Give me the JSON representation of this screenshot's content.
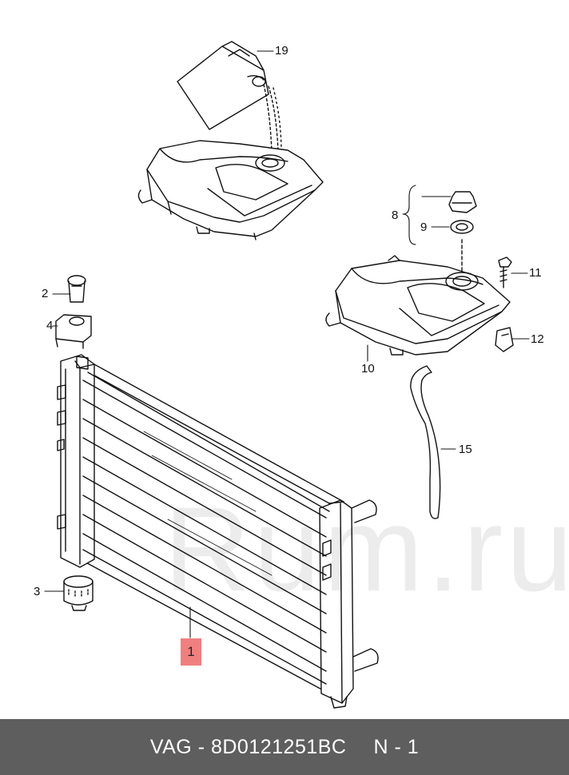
{
  "diagram": {
    "parts": [
      {
        "id": "radiator",
        "label": "1"
      },
      {
        "id": "bolt",
        "label": "2"
      },
      {
        "id": "rubber-mount",
        "label": "3"
      },
      {
        "id": "bracket",
        "label": "4"
      },
      {
        "id": "cap-group",
        "label": "8"
      },
      {
        "id": "seal-ring",
        "label": "9"
      },
      {
        "id": "expansion-tank",
        "label": "10"
      },
      {
        "id": "screw",
        "label": "11"
      },
      {
        "id": "clip-nut",
        "label": "12"
      },
      {
        "id": "hose",
        "label": "15"
      },
      {
        "id": "coolant-canister",
        "label": "19"
      }
    ],
    "highlight_color": "#f08080"
  },
  "watermark": {
    "text": "Rum.ru"
  },
  "footer": {
    "part_number": "VAG - 8D0121251BC",
    "position": "N - 1",
    "background": "#5e5e5e"
  }
}
